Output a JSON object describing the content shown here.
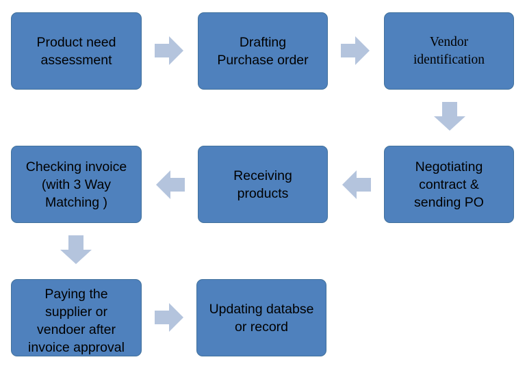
{
  "nodes": [
    {
      "id": "product-need-assessment",
      "label": "Product need\nassessment"
    },
    {
      "id": "drafting-purchase-order",
      "label": "Drafting\nPurchase order"
    },
    {
      "id": "vendor-identification",
      "label": "Vendor\nidentification"
    },
    {
      "id": "negotiating-contract",
      "label": "Negotiating\ncontract &\nsending PO"
    },
    {
      "id": "receiving-products",
      "label": "Receiving\nproducts"
    },
    {
      "id": "checking-invoice",
      "label": "Checking invoice\n(with 3 Way\nMatching )"
    },
    {
      "id": "paying-supplier",
      "label": "Paying the\nsupplier or\nvendoer after\ninvoice approval"
    },
    {
      "id": "updating-database",
      "label": "Updating databse\nor record"
    }
  ],
  "colors": {
    "box_fill": "#4f81bd",
    "box_border": "#41719c",
    "arrow_fill": "#b4c4dd",
    "text": "#000000"
  }
}
